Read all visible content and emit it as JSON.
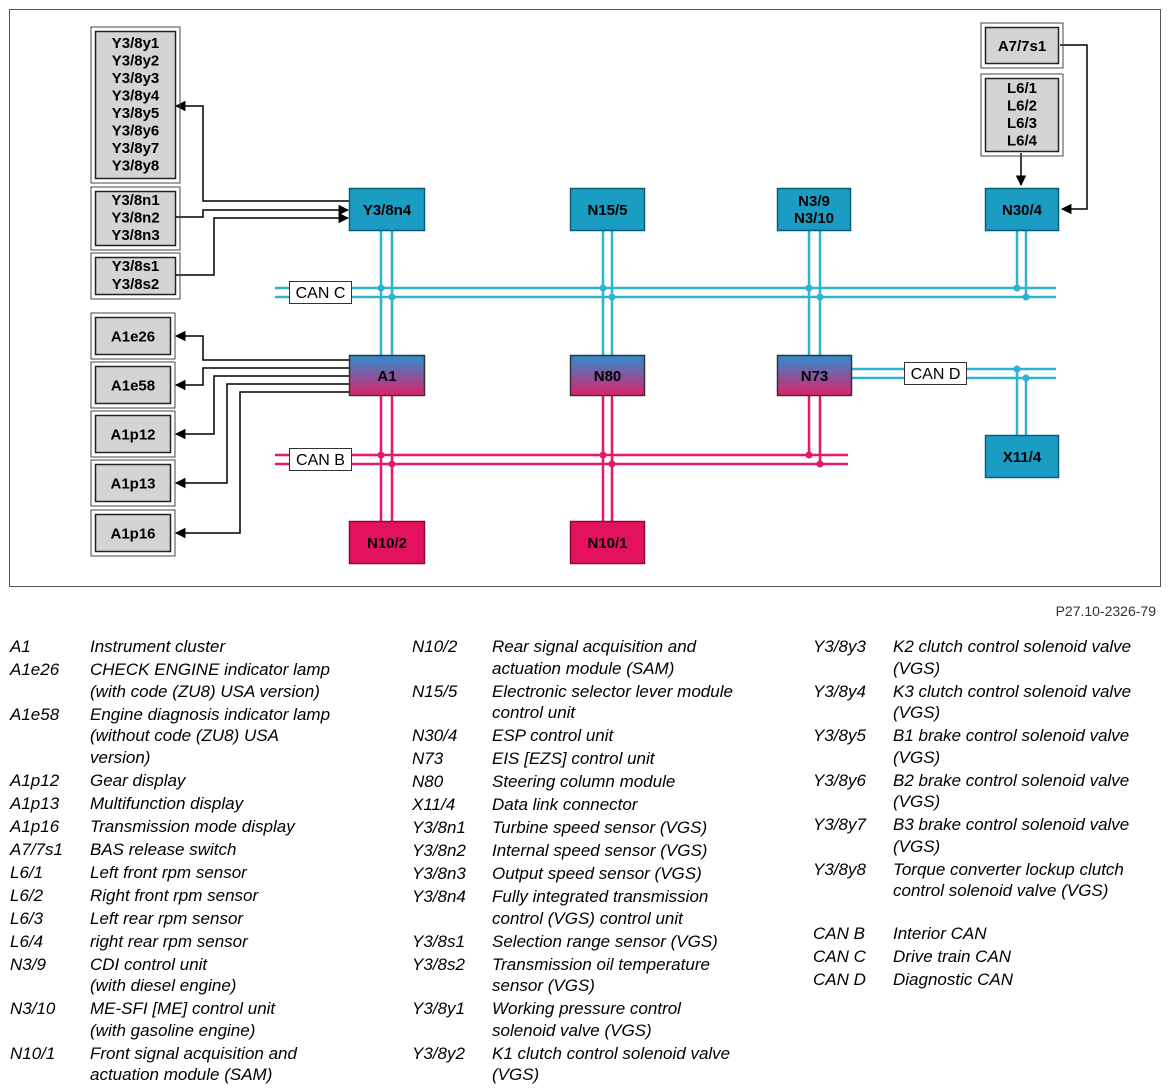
{
  "figure_id": "P27.10-2326-79",
  "boxes": {
    "y38y": [
      "Y3/8y1",
      "Y3/8y2",
      "Y3/8y3",
      "Y3/8y4",
      "Y3/8y5",
      "Y3/8y6",
      "Y3/8y7",
      "Y3/8y8"
    ],
    "y38n": [
      "Y3/8n1",
      "Y3/8n2",
      "Y3/8n3"
    ],
    "y38s": [
      "Y3/8s1",
      "Y3/8s2"
    ],
    "a1e26": "A1e26",
    "a1e58": "A1e58",
    "a1p12": "A1p12",
    "a1p13": "A1p13",
    "a1p16": "A1p16",
    "y38n4": "Y3/8n4",
    "n155": "N15/5",
    "n39": [
      "N3/9",
      "N3/10"
    ],
    "n304": "N30/4",
    "a77s1": "A7/7s1",
    "l6": [
      "L6/1",
      "L6/2",
      "L6/3",
      "L6/4"
    ],
    "a1": "A1",
    "n80": "N80",
    "n73": "N73",
    "x114": "X11/4",
    "n102": "N10/2",
    "n101": "N10/1"
  },
  "buses": {
    "can_c": "CAN C",
    "can_b": "CAN B",
    "can_d": "CAN D"
  },
  "colors": {
    "can_c_line": "#2BB3CF",
    "can_b_line": "#E8166C",
    "can_c_node": "#1A9CC3",
    "can_b_node": "#E4115E",
    "gray_box": "#D4D4D4",
    "gradient_top": "#2A8FD0",
    "gradient_bottom": "#E0206A"
  },
  "legend": {
    "col1": [
      {
        "code": "A1",
        "desc": "Instrument cluster"
      },
      {
        "code": "A1e26",
        "desc": "CHECK ENGINE indicator lamp\n(with code (ZU8) USA version)"
      },
      {
        "code": "A1e58",
        "desc": "Engine diagnosis indicator lamp\n(without code (ZU8) USA\nversion)"
      },
      {
        "code": "A1p12",
        "desc": "Gear display"
      },
      {
        "code": "A1p13",
        "desc": "Multifunction display"
      },
      {
        "code": "A1p16",
        "desc": "Transmission mode display"
      },
      {
        "code": "A7/7s1",
        "desc": "BAS release switch"
      },
      {
        "code": "L6/1",
        "desc": "Left front rpm sensor"
      },
      {
        "code": "L6/2",
        "desc": "Right front rpm sensor"
      },
      {
        "code": "L6/3",
        "desc": "Left rear rpm sensor"
      },
      {
        "code": "L6/4",
        "desc": "right rear rpm sensor"
      },
      {
        "code": "N3/9",
        "desc": "CDI control unit\n(with diesel engine)"
      },
      {
        "code": "N3/10",
        "desc": "ME-SFI [ME] control unit\n(with gasoline engine)"
      },
      {
        "code": "N10/1",
        "desc": "Front signal acquisition and\nactuation module (SAM)"
      }
    ],
    "col2": [
      {
        "code": "N10/2",
        "desc": "Rear signal acquisition and\nactuation module (SAM)"
      },
      {
        "code": "N15/5",
        "desc": "Electronic selector lever module\ncontrol unit"
      },
      {
        "code": "N30/4",
        "desc": "ESP control unit"
      },
      {
        "code": "N73",
        "desc": "EIS [EZS] control unit"
      },
      {
        "code": "N80",
        "desc": "Steering column module"
      },
      {
        "code": "X11/4",
        "desc": "Data link connector"
      },
      {
        "code": "Y3/8n1",
        "desc": "Turbine speed sensor (VGS)"
      },
      {
        "code": "Y3/8n2",
        "desc": "Internal speed sensor (VGS)"
      },
      {
        "code": "Y3/8n3",
        "desc": "Output speed sensor (VGS)"
      },
      {
        "code": "Y3/8n4",
        "desc": "Fully integrated transmission\ncontrol (VGS) control unit"
      },
      {
        "code": "Y3/8s1",
        "desc": "Selection range sensor (VGS)"
      },
      {
        "code": "Y3/8s2",
        "desc": "Transmission oil temperature\nsensor (VGS)"
      },
      {
        "code": "Y3/8y1",
        "desc": "Working pressure control\nsolenoid valve (VGS)"
      },
      {
        "code": "Y3/8y2",
        "desc": "K1 clutch control solenoid valve\n(VGS)"
      }
    ],
    "col3": [
      {
        "code": "Y3/8y3",
        "desc": "K2 clutch control solenoid valve\n(VGS)"
      },
      {
        "code": "Y3/8y4",
        "desc": "K3 clutch control solenoid valve\n(VGS)"
      },
      {
        "code": "Y3/8y5",
        "desc": "B1 brake control solenoid valve\n(VGS)"
      },
      {
        "code": "Y3/8y6",
        "desc": "B2 brake control solenoid valve\n(VGS)"
      },
      {
        "code": "Y3/8y7",
        "desc": "B3 brake control solenoid valve\n(VGS)"
      },
      {
        "code": "Y3/8y8",
        "desc": "Torque converter lockup clutch\ncontrol solenoid valve (VGS)"
      }
    ],
    "col3_can": [
      {
        "code": "CAN B",
        "desc": "Interior CAN"
      },
      {
        "code": "CAN C",
        "desc": "Drive train CAN"
      },
      {
        "code": "CAN D",
        "desc": "Diagnostic CAN"
      }
    ]
  }
}
